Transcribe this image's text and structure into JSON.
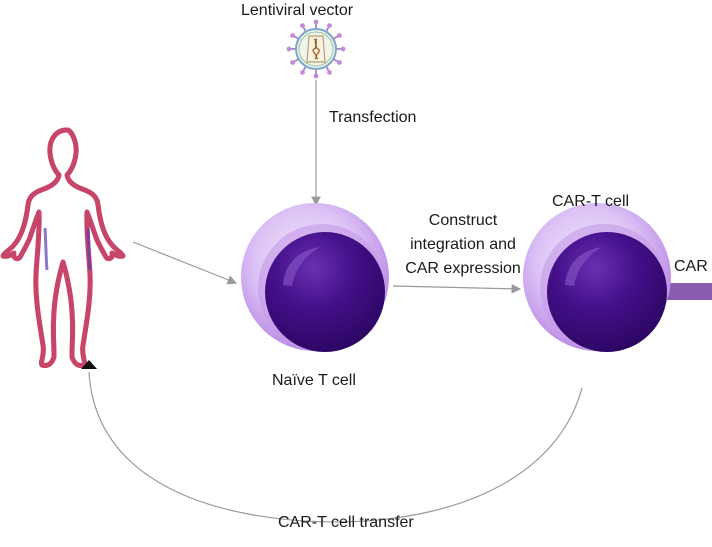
{
  "diagram": {
    "labels": {
      "lentiviral_vector": "Lentiviral vector",
      "transfection": "Transfection",
      "construct_line1": "Construct",
      "construct_line2": "integration and",
      "construct_line3": "CAR expression",
      "car_t_cell": "CAR-T cell",
      "car": "CAR",
      "naive_t_cell": "Naïve T cell",
      "car_t_cell_transfer": "CAR-T cell transfer"
    },
    "icons": {
      "virus": "lentivirus-icon",
      "human": "human-figure-icon",
      "naive_cell": "naive-t-cell-icon",
      "car_t_cell": "car-t-cell-icon"
    },
    "colors": {
      "cell_outer": "#c9a4ee",
      "cell_halo": "#e6d4f7",
      "cell_nucleus": "#3a0a7a",
      "receptor": "#8a5cb0",
      "arrow": "#9a9a9a",
      "human_outline_red": "#c8456a",
      "human_outline_blue": "#3b3bb0"
    }
  }
}
